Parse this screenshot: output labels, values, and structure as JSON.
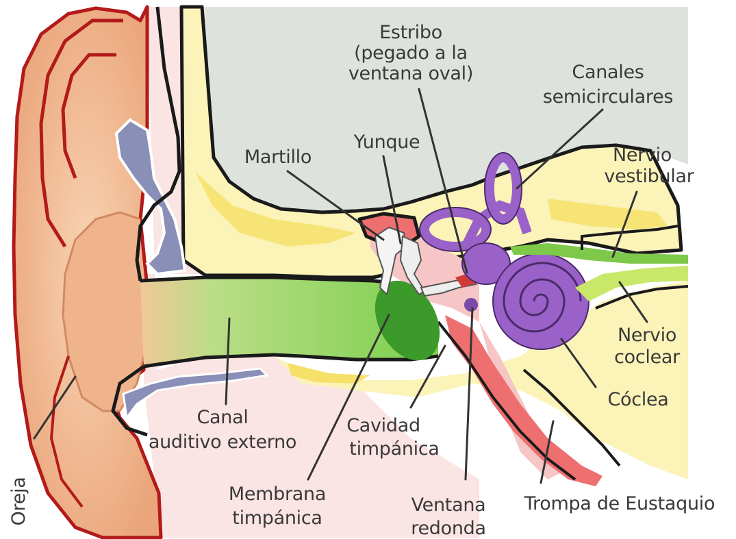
{
  "labels": {
    "estribo_1": "Estribo",
    "estribo_2": "(pegado a la",
    "estribo_3": "ventana oval)",
    "canales_1": "Canales",
    "canales_2": "semicirculares",
    "yunque": "Yunque",
    "martillo": "Martillo",
    "nervio_vestibular_1": "Nervio",
    "nervio_vestibular_2": "vestibular",
    "nervio_coclear_1": "Nervio",
    "nervio_coclear_2": "coclear",
    "coclea": "Cóclea",
    "canal_1": "Canal",
    "canal_2": "auditivo externo",
    "cavidad_1": "Cavidad",
    "cavidad_2": "timpánica",
    "membrana_1": "Membrana",
    "membrana_2": "timpánica",
    "ventana_1": "Ventana",
    "ventana_2": "redonda",
    "trompa": "Trompa de Eustaquio",
    "oreja": "Oreja"
  },
  "colors": {
    "bone": "#fbf3b8",
    "bone_dark": "#f5e06a",
    "skin": "#f7c8a5",
    "skin_dark": "#e8a77a",
    "ear_outline": "#b31a1a",
    "background_gray": "#dde2dd",
    "canal_green": "#8fd36a",
    "membrane_green": "#3c9a2a",
    "inner_ear_purple": "#9a62c8",
    "cartilage_blue": "#8a8fb8",
    "pink_tissue": "#f6c6c6",
    "red_tube": "#ee6f6f",
    "nerve_green": "#7fc94a"
  }
}
